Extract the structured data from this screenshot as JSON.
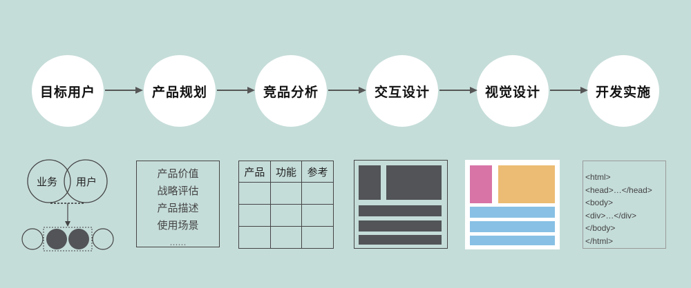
{
  "steps": [
    {
      "label": "目标用户"
    },
    {
      "label": "产品规划"
    },
    {
      "label": "竞品分析"
    },
    {
      "label": "交互设计"
    },
    {
      "label": "视觉设计"
    },
    {
      "label": "开发实施"
    }
  ],
  "venn": {
    "left": "业务",
    "right": "用户"
  },
  "planning_list": [
    "产品价值",
    "战略评估",
    "产品描述",
    "使用场景",
    "……"
  ],
  "competitor_table": {
    "headers": [
      "产品",
      "功能",
      "参考"
    ]
  },
  "code_lines": [
    "<html>",
    "<head>…</head>",
    "<body>",
    "<div>…</div>",
    "</body>",
    "</html>"
  ],
  "colors": {
    "background": "#c5ddd9",
    "dark_block": "#525457",
    "pink": "#d874a6",
    "orange": "#ecbc74",
    "blue": "#88c0e5"
  }
}
